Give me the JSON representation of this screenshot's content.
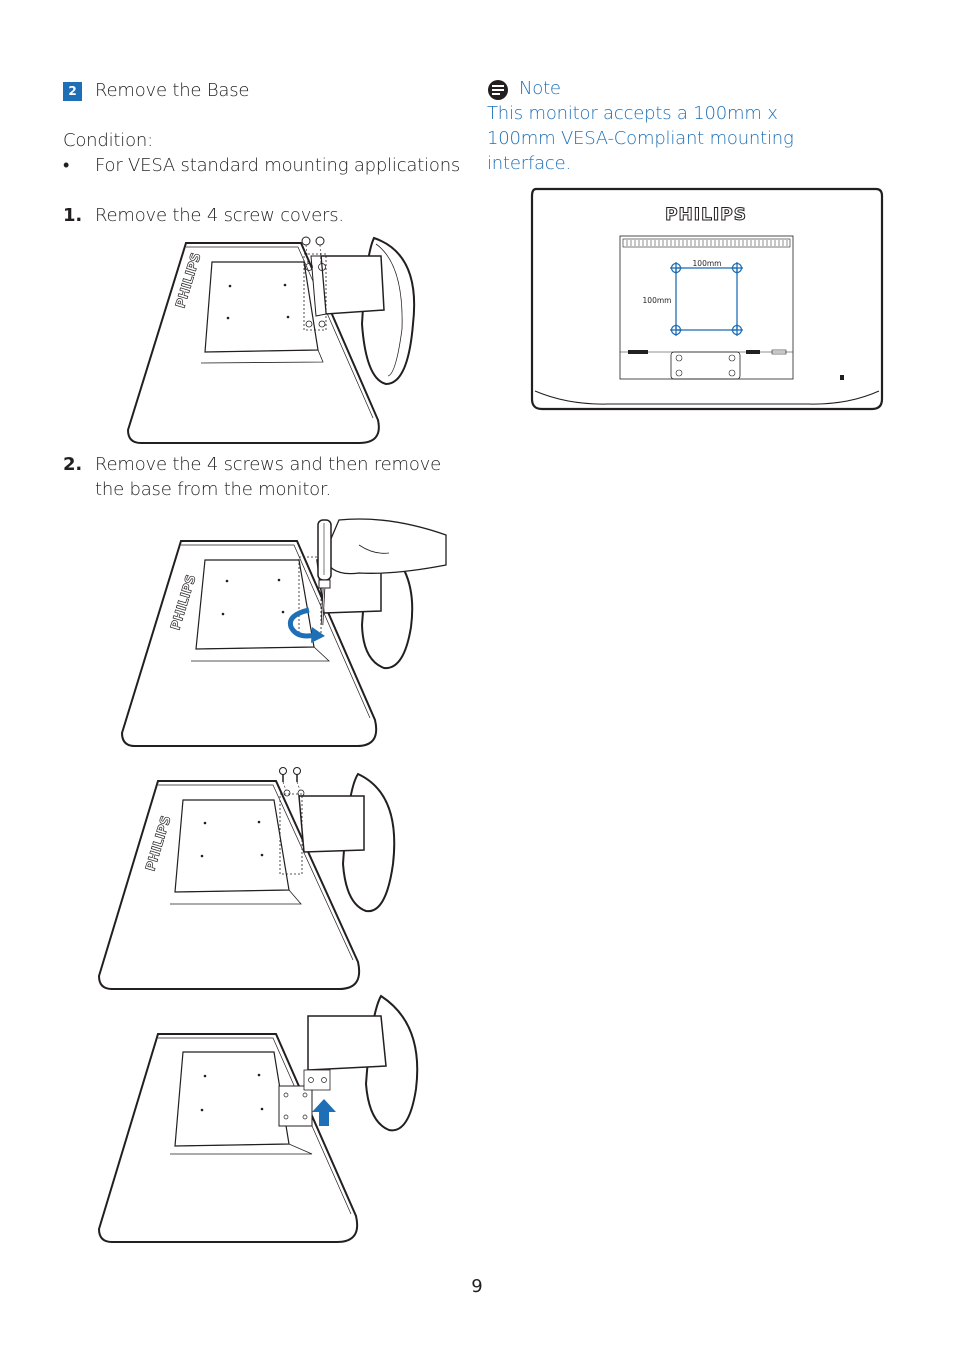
{
  "section": {
    "step_number": "2",
    "title": "Remove the Base"
  },
  "condition": {
    "label": "Condition:",
    "bullet_symbol": "•",
    "bullet_text": "For VESA standard mounting applications"
  },
  "steps": [
    {
      "number": "1.",
      "text": "Remove the 4 screw covers."
    },
    {
      "number": "2.",
      "text": "Remove the 4 screws and then remove the base from the monitor."
    }
  ],
  "note": {
    "title": "Note",
    "body": "This monitor accepts a 100mm x 100mm VESA-Compliant mounting interface."
  },
  "vesa_diagram": {
    "brand": "PHILIPS",
    "width_label": "100mm",
    "height_label": "100mm",
    "accent_color": "#1f6fb6"
  },
  "illustrations": {
    "monitor_brand": "PHILIPS"
  },
  "page_number": "9"
}
